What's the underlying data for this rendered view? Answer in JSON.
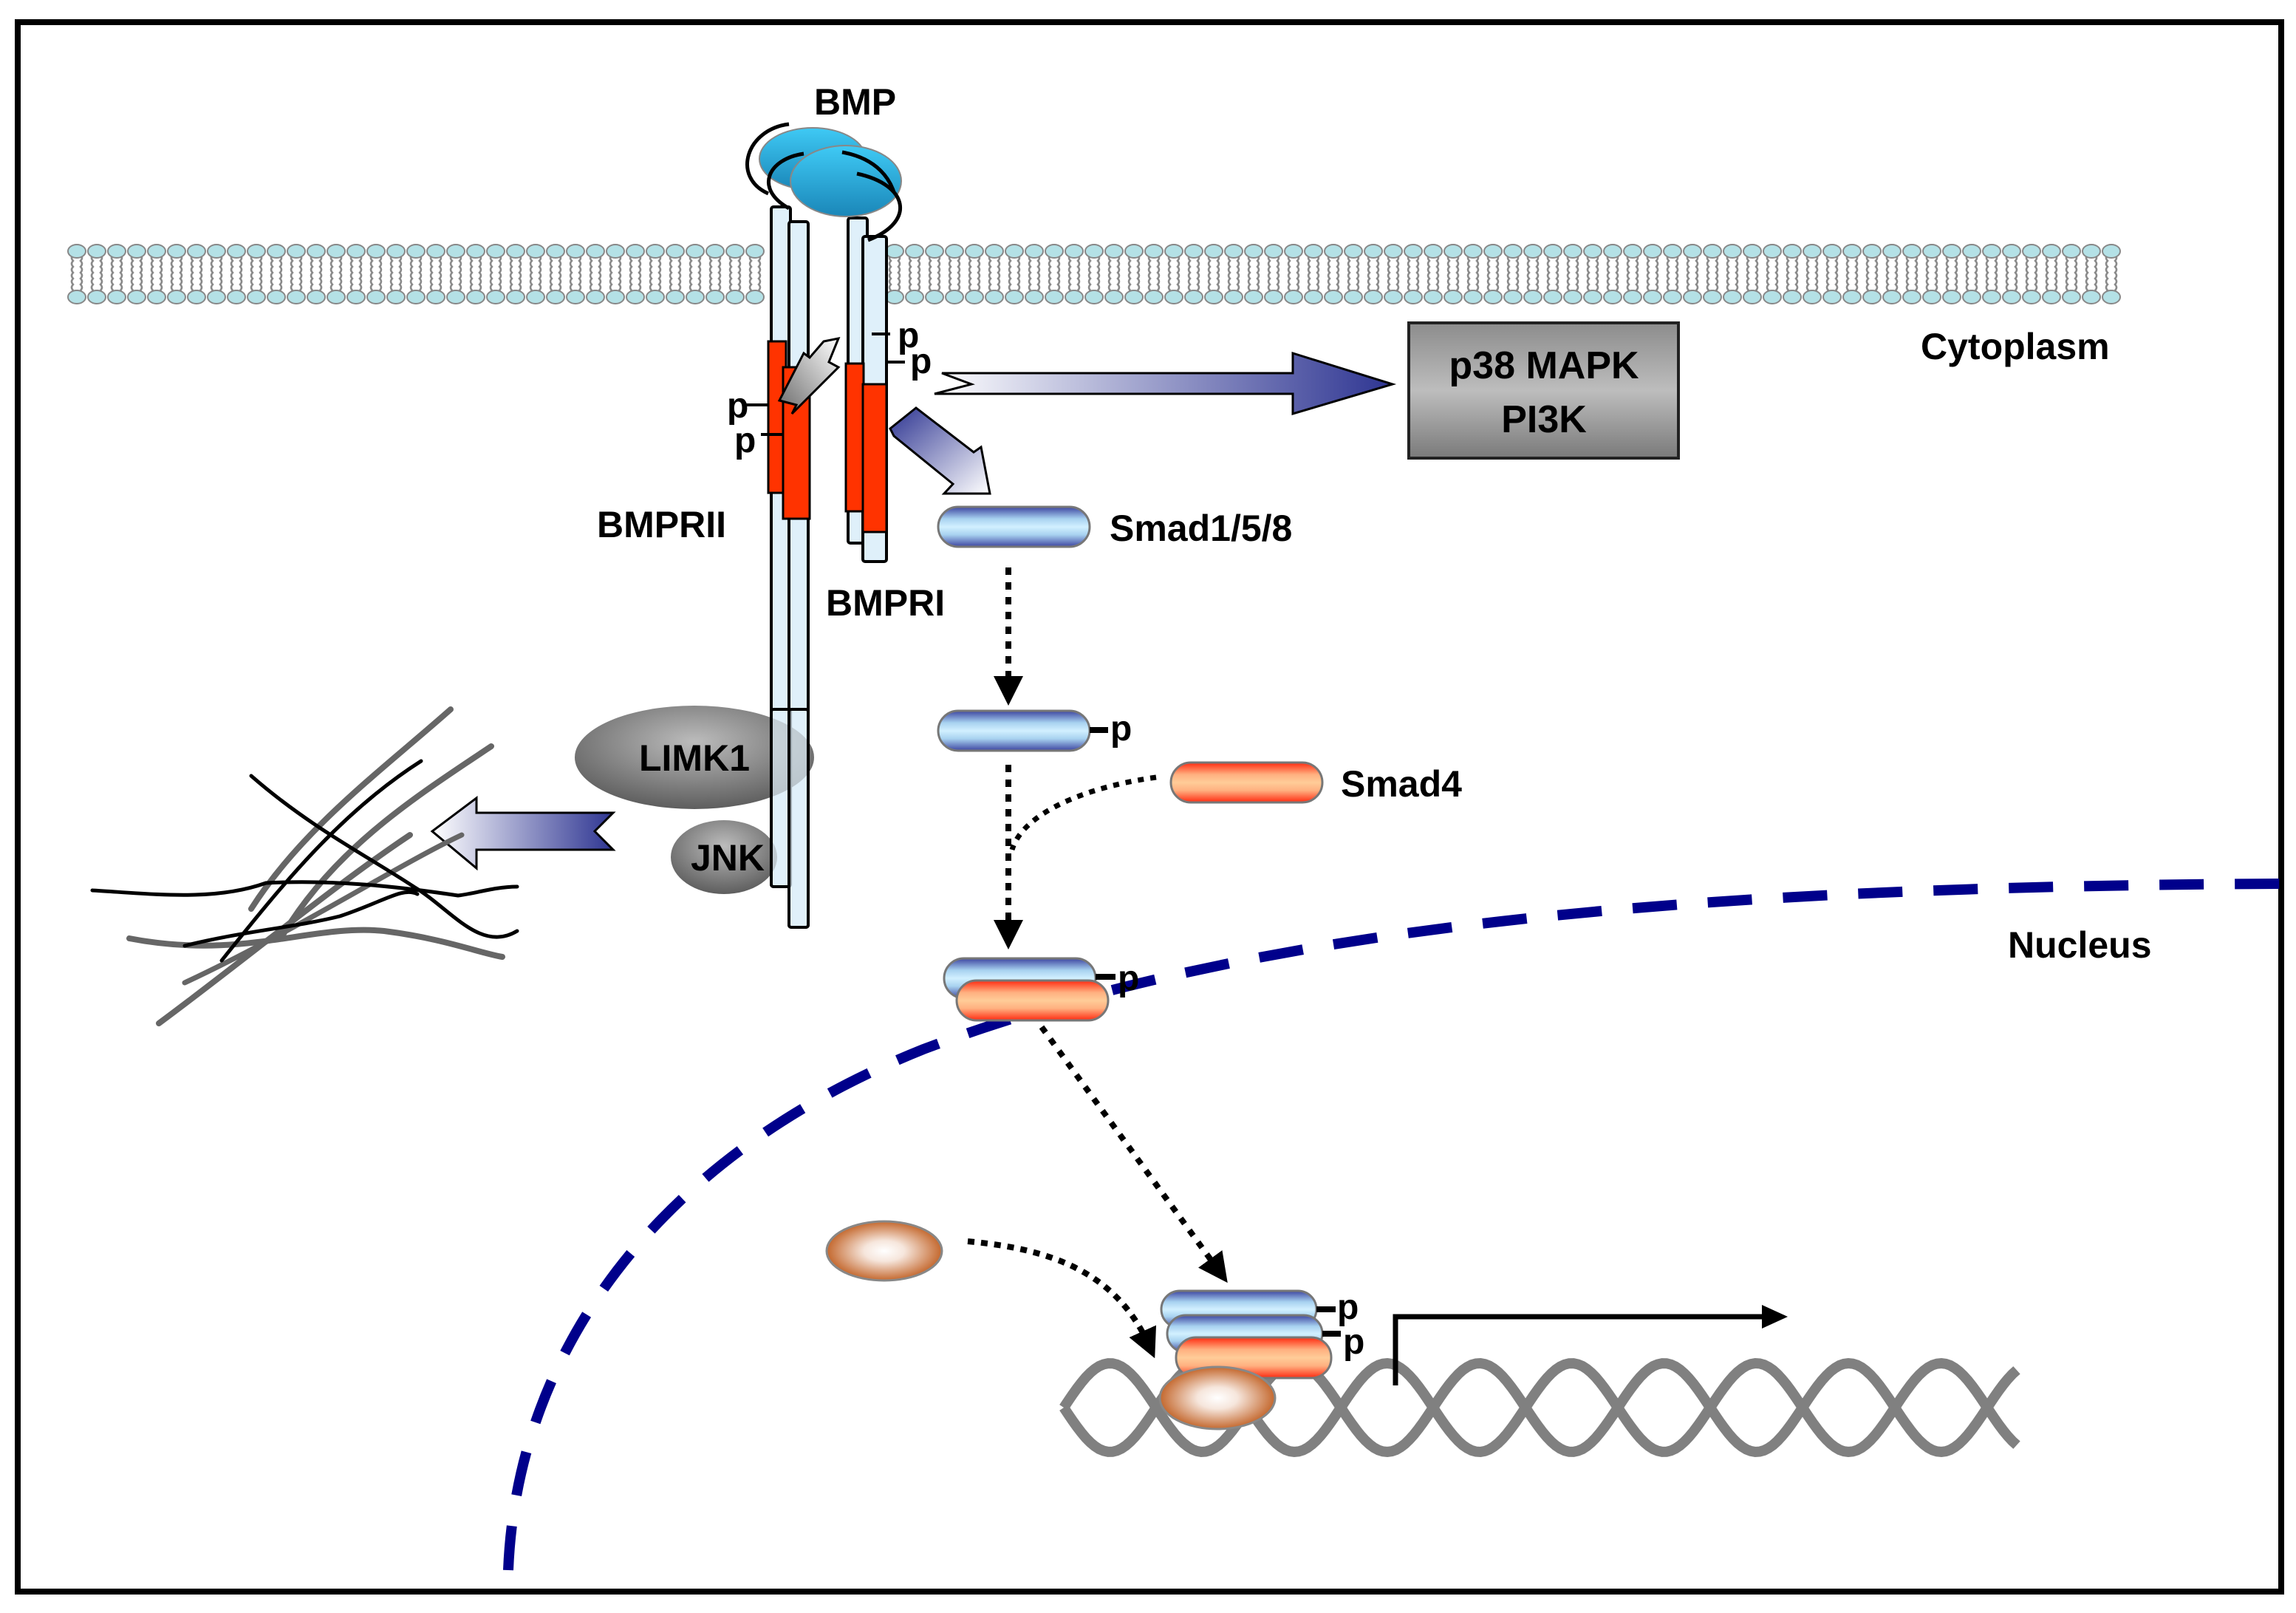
{
  "figure": {
    "title": "BMP signaling pathway",
    "colors": {
      "frame": "#000000",
      "membrane_head": "#b4e1e6",
      "membrane_outline": "#888888",
      "ligand": "#2aa7d8",
      "receptor_tube": "#dff0fa",
      "kinase_domain": "#ff3300",
      "rsmad_edge": "#3c44a0",
      "rsmad_center": "#cfeeff",
      "smad4_edge": "#ff3b22",
      "smad4_center": "#ffc894",
      "nuclear_envelope": "#00008b",
      "dna": "#808080",
      "gray_protein": "#8a8a8a",
      "cofactor": "#c8703a"
    }
  },
  "labels": {
    "bmp": "BMP",
    "bmpr2": "BMPRII",
    "bmpr1": "BMPRI",
    "cytoplasm": "Cytoplasm",
    "nucleus": "Nucleus",
    "smad158": "Smad1/5/8",
    "smad4": "Smad4",
    "limk1": "LIMK1",
    "jnk": "JNK",
    "p38_line1": "p38 MAPK",
    "p38_line2": "PI3K",
    "phospho": "p"
  },
  "nodes": [
    {
      "id": "bmp",
      "label": "BMP",
      "type": "ligand"
    },
    {
      "id": "bmpr2",
      "label": "BMPRII",
      "type": "receptor"
    },
    {
      "id": "bmpr1",
      "label": "BMPRI",
      "type": "receptor"
    },
    {
      "id": "p38_pi3k",
      "label": "p38 MAPK / PI3K",
      "type": "kinase-box"
    },
    {
      "id": "smad158",
      "label": "Smad1/5/8",
      "type": "R-Smad"
    },
    {
      "id": "smad158_p",
      "label": "Smad1/5/8-p",
      "type": "R-Smad phosphorylated"
    },
    {
      "id": "smad4",
      "label": "Smad4",
      "type": "Co-Smad"
    },
    {
      "id": "complex",
      "label": "Smad1/5/8-p + Smad4",
      "type": "complex"
    },
    {
      "id": "limk1",
      "label": "LIMK1",
      "type": "kinase"
    },
    {
      "id": "jnk",
      "label": "JNK",
      "type": "kinase"
    },
    {
      "id": "cofactor",
      "label": "",
      "type": "transcription cofactor"
    },
    {
      "id": "dna",
      "label": "",
      "type": "DNA"
    },
    {
      "id": "actin",
      "label": "",
      "type": "cytoskeleton"
    }
  ],
  "edges": [
    {
      "from": "bmpr2",
      "to": "bmpr1",
      "style": "block-arrow"
    },
    {
      "from": "bmpr1",
      "to": "p38_pi3k",
      "style": "block-arrow"
    },
    {
      "from": "bmpr1",
      "to": "smad158",
      "style": "block-arrow"
    },
    {
      "from": "smad158",
      "to": "smad158_p",
      "style": "dotted-arrow"
    },
    {
      "from": "smad158_p",
      "to": "complex",
      "style": "dotted-arrow"
    },
    {
      "from": "smad4",
      "to": "complex",
      "style": "dotted-merge"
    },
    {
      "from": "complex",
      "to": "dna",
      "style": "dotted-arrow"
    },
    {
      "from": "cofactor",
      "to": "dna",
      "style": "dotted-arrow"
    },
    {
      "from": "limk1",
      "to": "actin",
      "style": "block-arrow"
    },
    {
      "from": "dna",
      "to": "transcription",
      "style": "bent-arrow"
    }
  ]
}
